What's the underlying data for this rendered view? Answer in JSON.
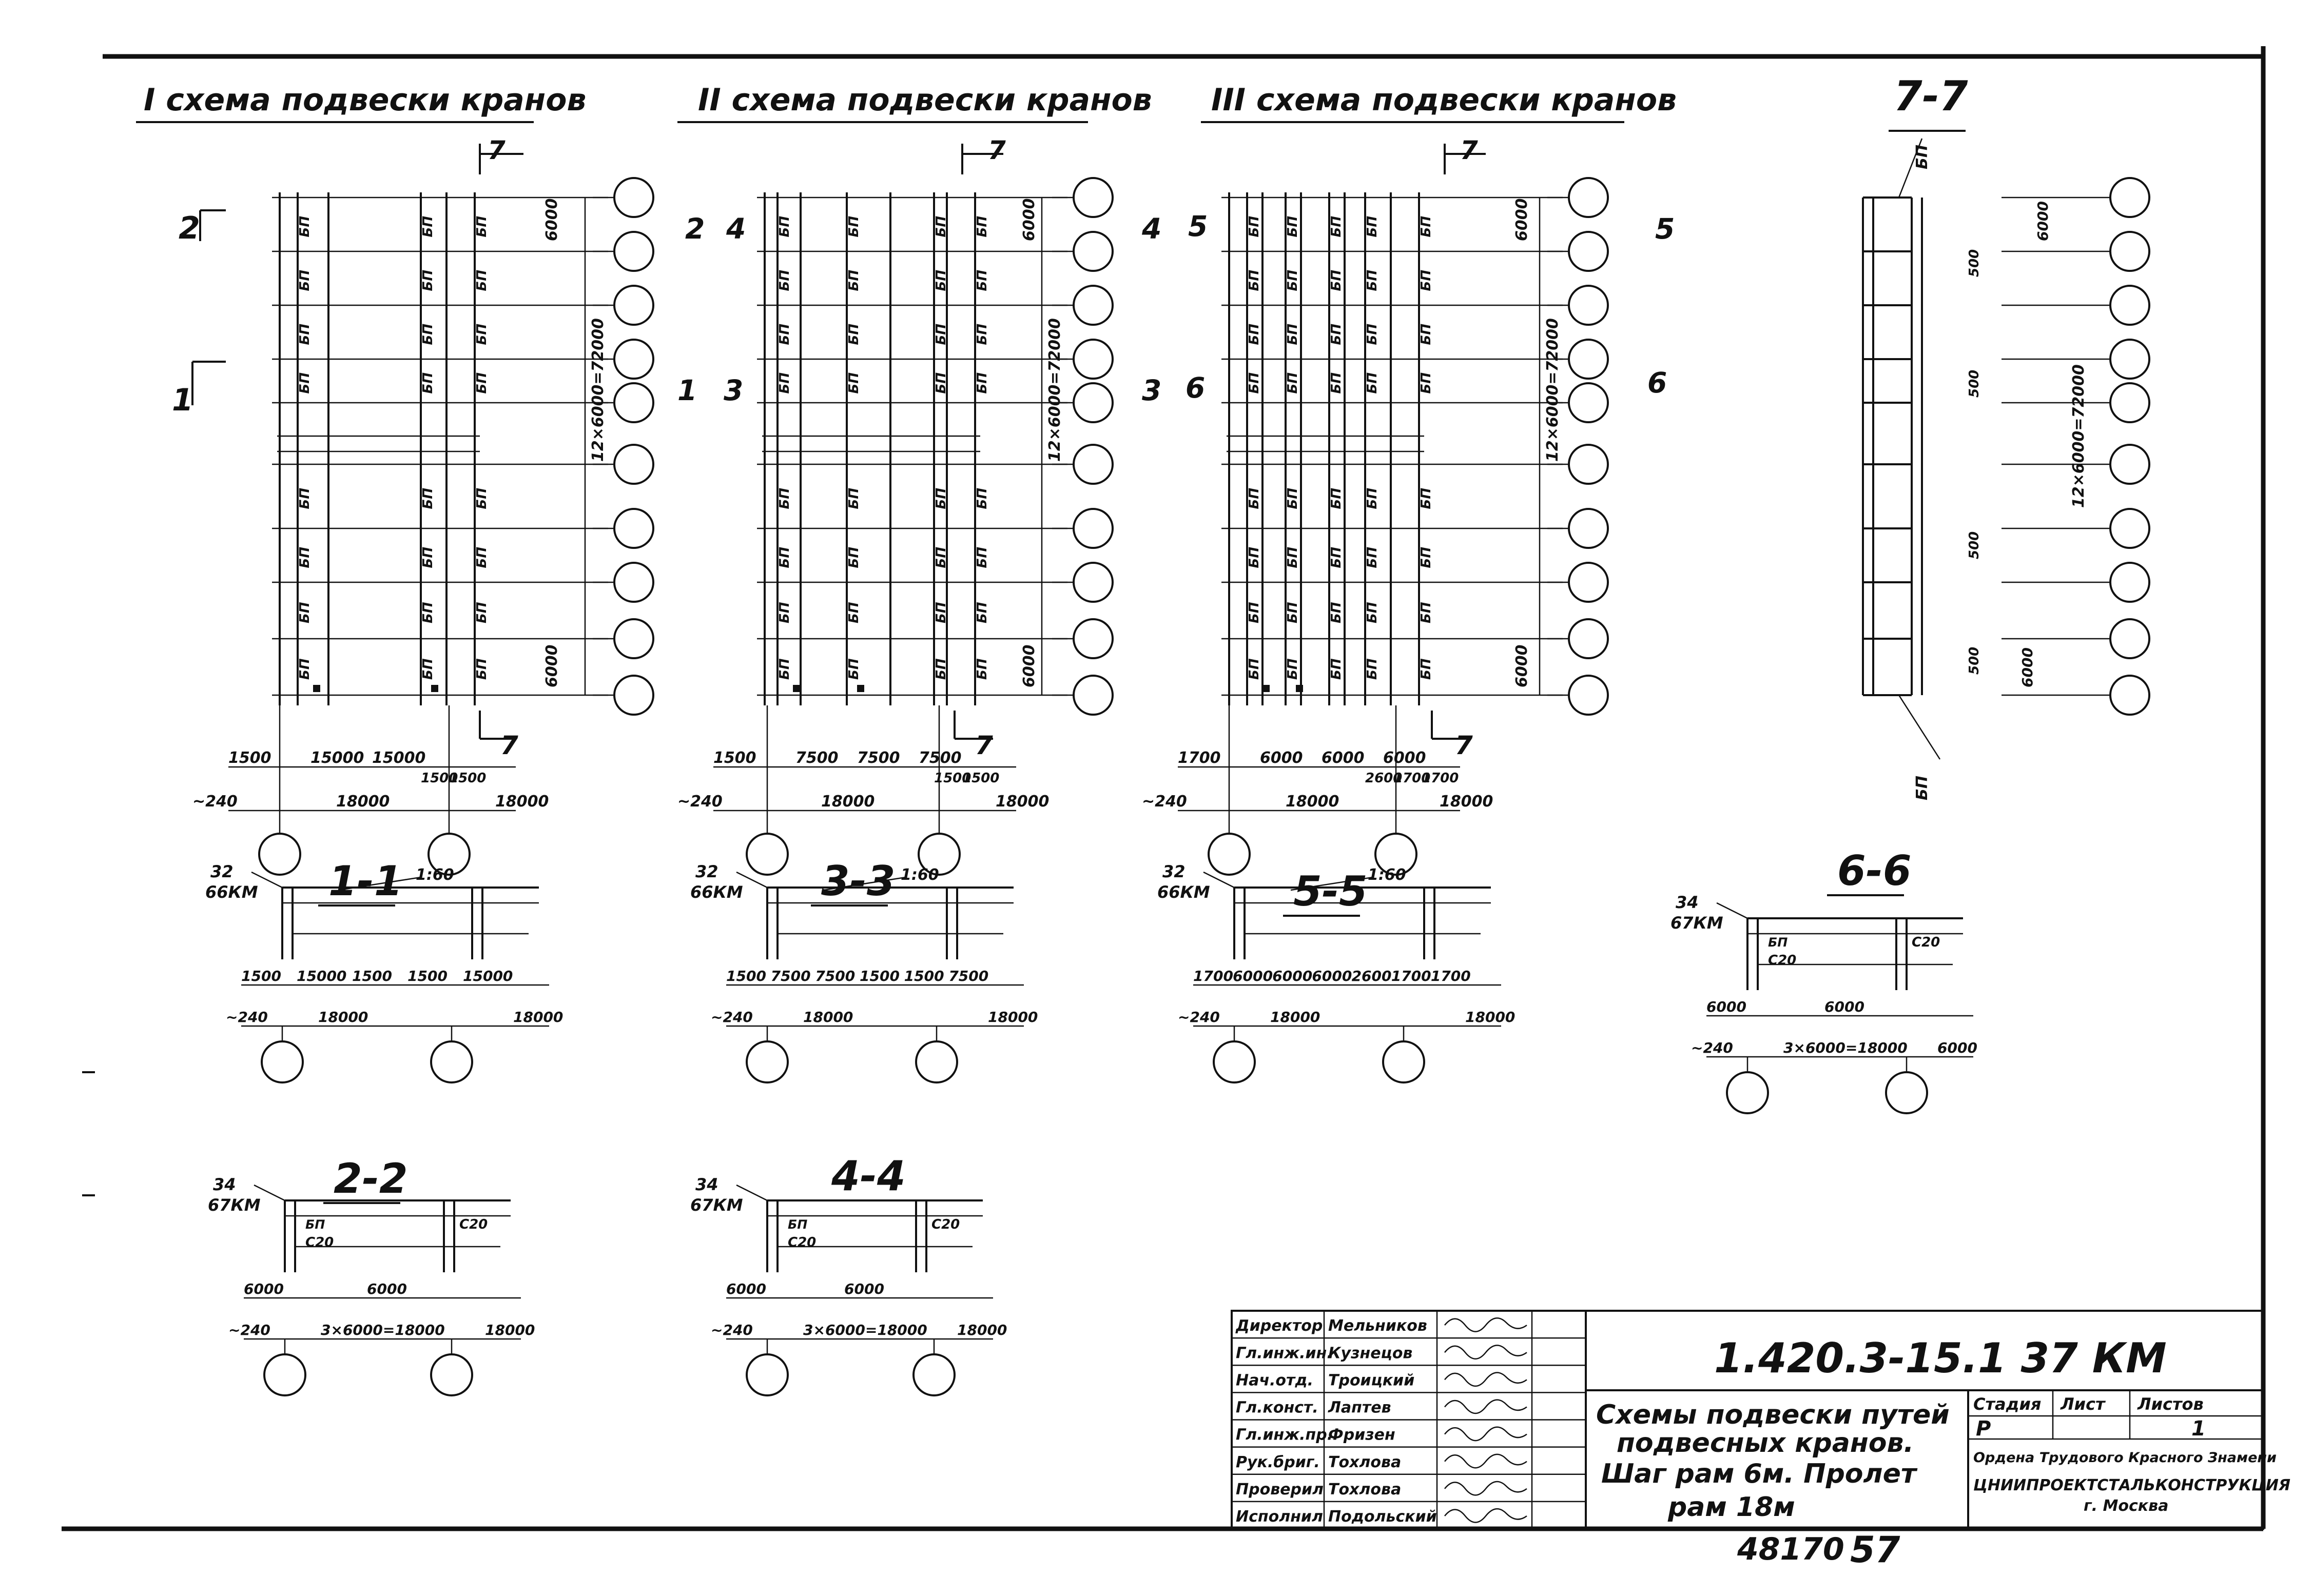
{
  "schemes": [
    {
      "id": "I",
      "title": "I схема подвески кранов",
      "span_labels": [
        "15000",
        "15000"
      ],
      "col_labels": [
        "1500",
        "1500",
        "1500"
      ],
      "bottom_left": "~240",
      "bottom_spans": [
        "18000",
        "18000"
      ],
      "length_label": "12×6000=72000",
      "pitch_label": "6000",
      "beam_label": "БП"
    },
    {
      "id": "II",
      "title": "II схема подвески кранов",
      "span_labels": [
        "7500",
        "7500",
        "7500"
      ],
      "col_labels": [
        "1500",
        "1500",
        "1500"
      ],
      "bottom_left": "~240",
      "bottom_spans": [
        "18000",
        "18000"
      ],
      "length_label": "12×6000=72000",
      "pitch_label": "6000",
      "beam_label": "БП"
    },
    {
      "id": "III",
      "title": "III схема подвески кранов",
      "span_labels": [
        "6000",
        "6000",
        "6000"
      ],
      "col_labels": [
        "1700",
        "2600",
        "1700",
        "1700"
      ],
      "bottom_left": "~240",
      "bottom_spans": [
        "18000",
        "18000"
      ],
      "length_label": "12×6000=72000",
      "pitch_label": "6000",
      "beam_label": "БП"
    }
  ],
  "section_7_7": {
    "title": "7-7",
    "beam_label": "БП",
    "length_label": "12×6000=72000",
    "dims": [
      "6000",
      "500",
      "500",
      "500",
      "500",
      "6000"
    ]
  },
  "cut_marks": {
    "s1": [
      "2",
      "1",
      "7",
      "2",
      "1"
    ],
    "s2": [
      "4",
      "3",
      "7"
    ],
    "s3": [
      "5",
      "6",
      "3",
      "7"
    ]
  },
  "sections": [
    {
      "title": "1-1",
      "node": "32",
      "code": "66КМ",
      "slope": "1:60",
      "dims_top": [
        "1500",
        "15000",
        "1500",
        "1500",
        "15000"
      ],
      "dims_bottom": [
        "~240",
        "18000",
        "18000"
      ]
    },
    {
      "title": "3-3",
      "node": "32",
      "code": "66КМ",
      "slope": "1:60",
      "dims_top": [
        "1500",
        "7500",
        "7500",
        "1500",
        "1500",
        "7500"
      ],
      "dims_bottom": [
        "~240",
        "18000",
        "18000"
      ]
    },
    {
      "title": "5-5",
      "node": "32",
      "code": "66КМ",
      "slope": "1:60",
      "dims_top": [
        "1700",
        "6000",
        "6000",
        "6000",
        "2600",
        "1700",
        "1700"
      ],
      "dims_bottom": [
        "~240",
        "18000",
        "18000"
      ]
    },
    {
      "title": "6-6",
      "node": "34",
      "code": "67КМ",
      "beam": "БП",
      "channel": "С20",
      "dims_top": [
        "6000",
        "6000"
      ],
      "dims_bottom": [
        "~240",
        "3×6000=18000",
        "6000"
      ]
    },
    {
      "title": "2-2",
      "node": "34",
      "code": "67КМ",
      "beam": "БП",
      "channel": "С20",
      "dims_top": [
        "6000",
        "6000"
      ],
      "dims_bottom": [
        "~240",
        "3×6000=18000",
        "18000"
      ]
    },
    {
      "title": "4-4",
      "node": "34",
      "code": "67КМ",
      "beam": "БП",
      "channel": "С20",
      "dims_top": [
        "6000",
        "6000"
      ],
      "dims_bottom": [
        "~240",
        "3×6000=18000",
        "18000"
      ]
    }
  ],
  "title_block": {
    "designation": "1.420.3-15.1 37 КМ",
    "drawing_title": [
      "Схемы подвески путей",
      "подвесных кранов.",
      "Шаг рам 6м. Пролет",
      "рам 18м"
    ],
    "roles": [
      {
        "role": "Директор",
        "name": "Мельников"
      },
      {
        "role": "Гл.инж.ин.",
        "name": "Кузнецов"
      },
      {
        "role": "Нач.отд.",
        "name": "Троицкий"
      },
      {
        "role": "Гл.конст.",
        "name": "Лаптев"
      },
      {
        "role": "Гл.инж.пр.",
        "name": "Фризен"
      },
      {
        "role": "Рук.бриг.",
        "name": "Тохлова"
      },
      {
        "role": "Проверил",
        "name": "Тохлова"
      },
      {
        "role": "Исполнил",
        "name": "Подольский"
      }
    ],
    "stage_header": "Стадия",
    "sheet_header": "Лист",
    "sheets_header": "Листов",
    "stage_value": "Р",
    "sheets_value": "1",
    "org_line1": "Ордена Трудового Красного Знамени",
    "org_line2": "ЦНИИПРОЕКТСТАЛЬКОНСТРУКЦИЯ",
    "org_line3": "г. Москва"
  },
  "footer": {
    "inventory_number": "48170",
    "page_number": "57"
  }
}
